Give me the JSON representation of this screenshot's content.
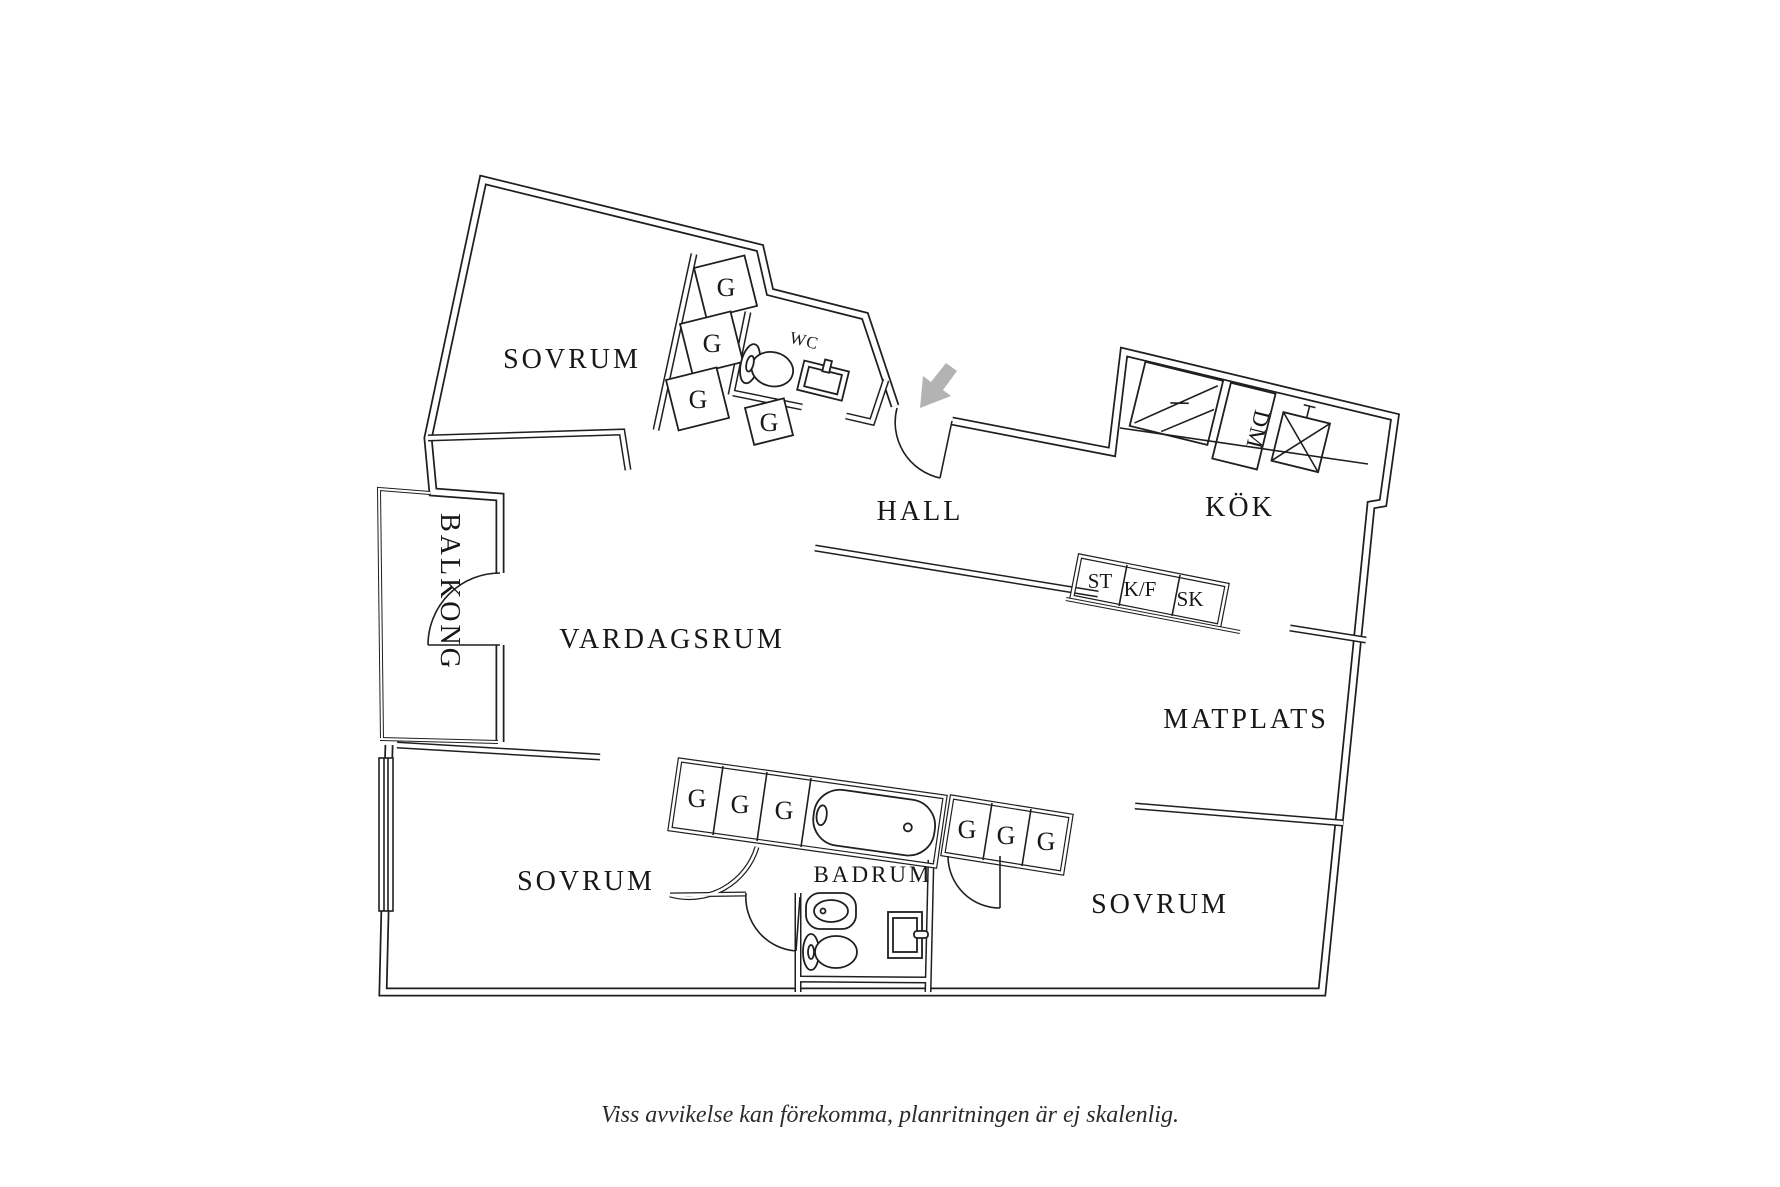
{
  "plan": {
    "rooms": {
      "bedroom1": "SOVRUM",
      "bedroom2": "SOVRUM",
      "bedroom3": "SOVRUM",
      "hall": "HALL",
      "kitchen": "KÖK",
      "living_room": "VARDAGSRUM",
      "dining": "MATPLATS",
      "balcony": "BALKONG",
      "bathroom": "BADRUM",
      "wc": "WC"
    },
    "fixtures": {
      "wardrobe": "G",
      "utility_cabinet": "ST",
      "fridge_freezer": "K/F",
      "cabinet": "SK",
      "dishwasher": "DM"
    },
    "footer": {
      "disclaimer": "Viss avvikelse kan förekomma, planritningen är ej skalenlig."
    },
    "colors": {
      "line": "#1f1f1f",
      "entrance_arrow": "#b3b3b3",
      "background": "#ffffff"
    }
  }
}
